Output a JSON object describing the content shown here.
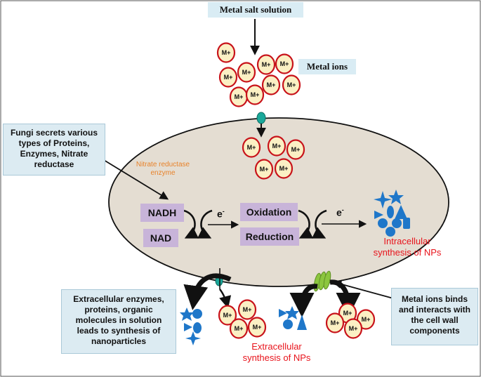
{
  "labels": {
    "metal_salt_solution": "Metal salt solution",
    "metal_ions": "Metal ions",
    "fungi_secretes": "Fungi secrets various types of Proteins, Enzymes, Nitrate reductase",
    "nitrate_reductase_enzyme": "Nitrate reductase enzyme",
    "nadh": "NADH",
    "nad": "NAD",
    "oxidation": "Oxidation",
    "reduction": "Reduction",
    "electron_1": "e",
    "electron_2": "e",
    "electron_sup": "-",
    "intracellular": "Intracellular synthesis of NPs",
    "extracellular": "Extracellular synthesis of NPs",
    "extracellular_enzymes": "Extracellular enzymes, proteins, organic molecules in solution leads to synthesis of nanoparticles",
    "cell_wall": "Metal ions binds and interacts with the cell wall components",
    "ion": "M+"
  },
  "colors": {
    "cell_fill": "#e4ddd2",
    "ion_fill": "#fbf0c4",
    "ion_border": "#c8121a",
    "nanoparticle": "#1f77c9",
    "channel": "#1aa89a",
    "cell_wall_protein": "#8cc63f",
    "box_fill": "#d9ecf4",
    "enzyme_box": "#c8b4d9",
    "red_text": "#e8141c",
    "orange_text": "#e8822a"
  }
}
